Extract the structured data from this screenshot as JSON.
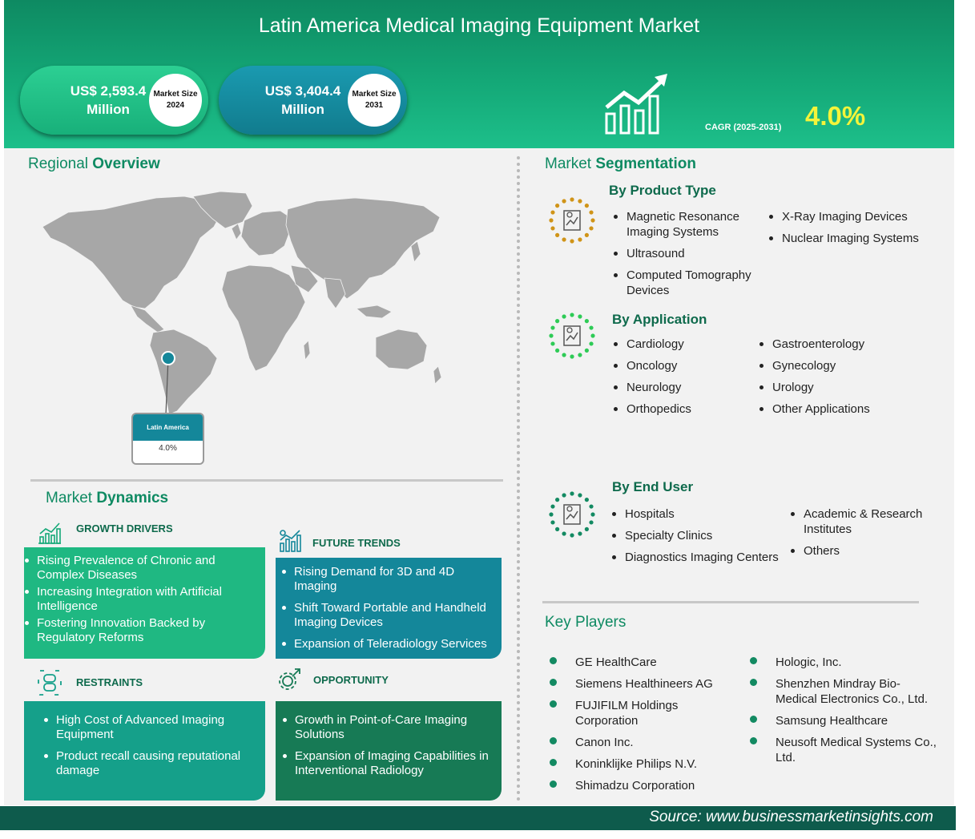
{
  "header": {
    "title": "Latin America Medical Imaging Equipment Market",
    "market_2024": {
      "value": "US$ 2,593.4",
      "unit": "Million",
      "badge_line1": "Market Size",
      "badge_line2": "2024"
    },
    "market_2031": {
      "value": "US$ 3,404.4",
      "unit": "Million",
      "badge_line1": "Market Size",
      "badge_line2": "2031"
    },
    "cagr_label": "CAGR (2025-2031)",
    "cagr_value": "4.0%"
  },
  "regional": {
    "title_a": "Regional",
    "title_b": "Overview",
    "marker_label": "Latin America",
    "marker_value": "4.0%"
  },
  "segmentation": {
    "title_a": "Market",
    "title_b": "Segmentation",
    "product": {
      "heading": "By Product Type",
      "col1": [
        "Magnetic Resonance Imaging Systems",
        "Ultrasound",
        "Computed Tomography Devices"
      ],
      "col2": [
        "X-Ray Imaging Devices",
        "Nuclear Imaging Systems"
      ]
    },
    "application": {
      "heading": "By Application",
      "col1": [
        "Cardiology",
        "Oncology",
        "Neurology",
        "Orthopedics"
      ],
      "col2": [
        "Gastroenterology",
        "Gynecology",
        "Urology",
        "Other Applications"
      ]
    },
    "end_user": {
      "heading": "By End User",
      "col1": [
        "Hospitals",
        "Specialty Clinics",
        "Diagnostics Imaging Centers"
      ],
      "col2": [
        "Academic & Research Institutes",
        "Others"
      ]
    }
  },
  "dynamics": {
    "title_a": "Market",
    "title_b": "Dynamics",
    "drivers": {
      "heading": "GROWTH DRIVERS",
      "items": [
        "Rising Prevalence of Chronic and Complex Diseases",
        "Increasing Integration with Artificial Intelligence",
        "Fostering Innovation Backed by Regulatory Reforms"
      ]
    },
    "trends": {
      "heading": "FUTURE TRENDS",
      "items": [
        "Rising Demand for 3D and 4D Imaging",
        "Shift Toward Portable and Handheld Imaging Devices",
        "Expansion of Teleradiology Services"
      ]
    },
    "restraints": {
      "heading": "RESTRAINTS",
      "items": [
        "High Cost of Advanced Imaging Equipment",
        "Product recall causing reputational damage"
      ]
    },
    "opportunity": {
      "heading": "OPPORTUNITY",
      "items": [
        "Growth in Point-of-Care Imaging Solutions",
        "Expansion of Imaging Capabilities in Interventional Radiology"
      ]
    }
  },
  "key_players": {
    "title": "Key Players",
    "col1": [
      "GE HealthCare",
      "Siemens Healthineers AG",
      "FUJIFILM Holdings Corporation",
      "Canon Inc.",
      "Koninklijke Philips N.V.",
      "Shimadzu Corporation"
    ],
    "col2": [
      "Hologic, Inc.",
      "Shenzhen Mindray Bio-Medical Electronics Co., Ltd.",
      "Samsung Healthcare",
      "Neusoft Medical Systems Co., Ltd."
    ]
  },
  "footer": {
    "source": "Source:  www.businessmarketinsights.com"
  },
  "colors": {
    "header_green": "#14a877",
    "teal": "#14879a",
    "card_green": "#1fb882",
    "card_teal": "#14879a",
    "card_teal_green": "#15a08a",
    "card_dark_green": "#177a55",
    "cagr_yellow": "#f4f43a",
    "footer": "#0e5b4c"
  },
  "icons": [
    "growth-chart-icon",
    "document-chart-icon",
    "bar-chart-icon",
    "chain-link-icon",
    "gear-icon"
  ]
}
